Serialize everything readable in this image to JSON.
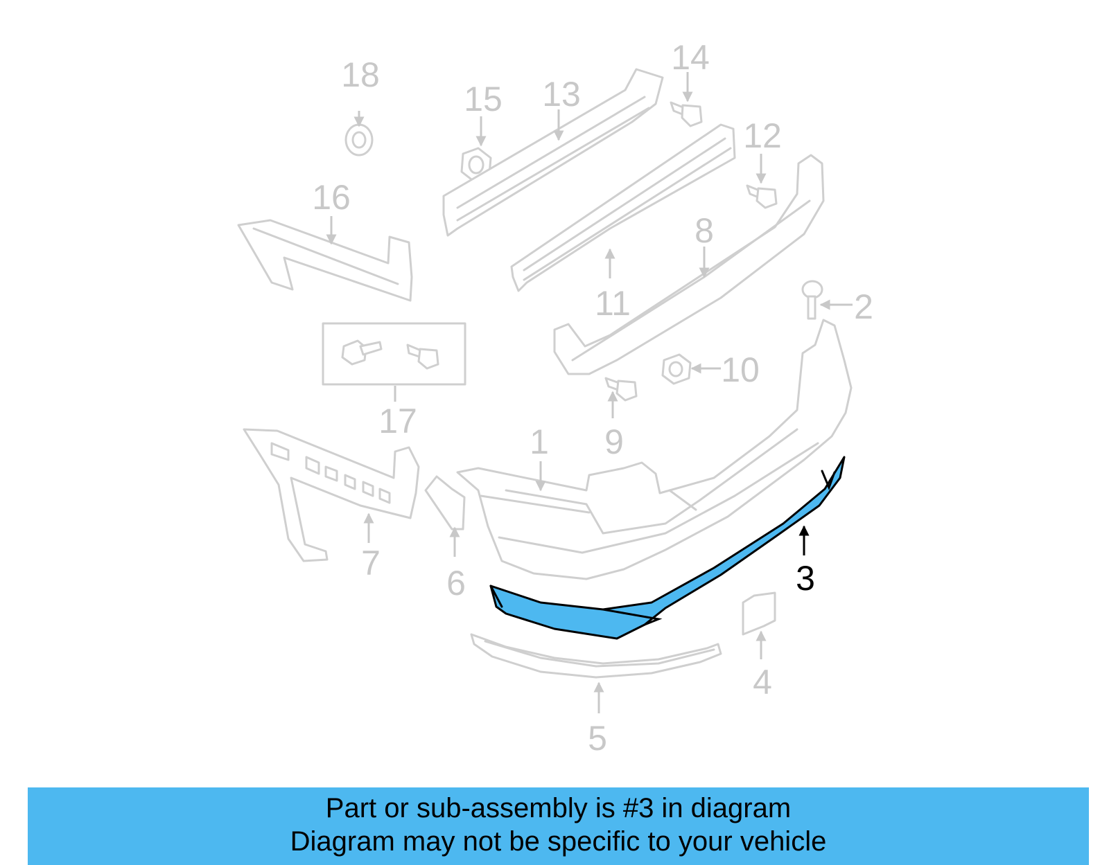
{
  "labels": {
    "p1": "1",
    "p2": "2",
    "p3": "3",
    "p4": "4",
    "p5": "5",
    "p6": "6",
    "p7": "7",
    "p8": "8",
    "p9": "9",
    "p10": "10",
    "p11": "11",
    "p12": "12",
    "p13": "13",
    "p14": "14",
    "p15": "15",
    "p16": "16",
    "p17": "17",
    "p18": "18"
  },
  "banner": {
    "line1": "Part or sub-assembly is #3 in diagram",
    "line2": "Diagram may not be specific to your vehicle"
  },
  "colors": {
    "highlight": "#4db8f0",
    "inactive_part": "#cfcfcf",
    "banner_background": "#4db8f0"
  }
}
